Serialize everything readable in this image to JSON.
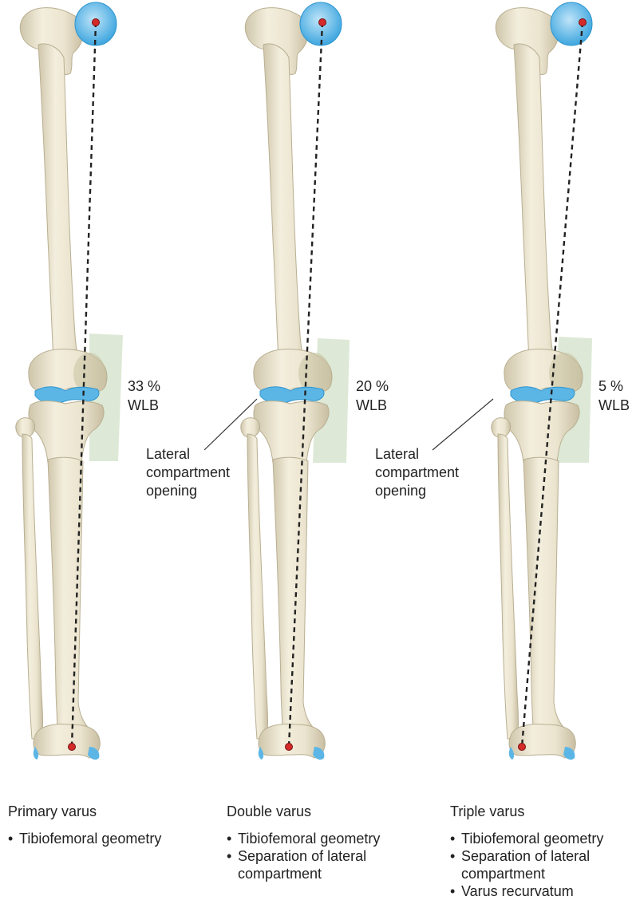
{
  "panels": [
    {
      "wlb_percent": "33 %",
      "wlb_label": "WLB",
      "opening_label": [],
      "title": "Primary varus",
      "bullets": [
        [
          "Tibiofemoral geometry"
        ]
      ]
    },
    {
      "wlb_percent": "20 %",
      "wlb_label": "WLB",
      "opening_label": [
        "Lateral",
        "compartment",
        "opening"
      ],
      "title": "Double varus",
      "bullets": [
        [
          "Tibiofemoral geometry"
        ],
        [
          "Separation of lateral",
          "compartment"
        ]
      ]
    },
    {
      "wlb_percent": "5 %",
      "wlb_label": "WLB",
      "opening_label": [
        "Lateral",
        "compartment",
        "opening"
      ],
      "title": "Triple varus",
      "bullets": [
        [
          "Tibiofemoral geometry"
        ],
        [
          "Separation of lateral",
          "compartment"
        ],
        [
          "Varus recurvatum"
        ]
      ]
    }
  ],
  "colors": {
    "bone": "#ece6d2",
    "bone_shade": "#d6cdb2",
    "cartilage": "#5bb6e6",
    "wlb_zone": "#dde9d6",
    "axis_line": "#222222",
    "center_dot": "#d42a2a"
  }
}
